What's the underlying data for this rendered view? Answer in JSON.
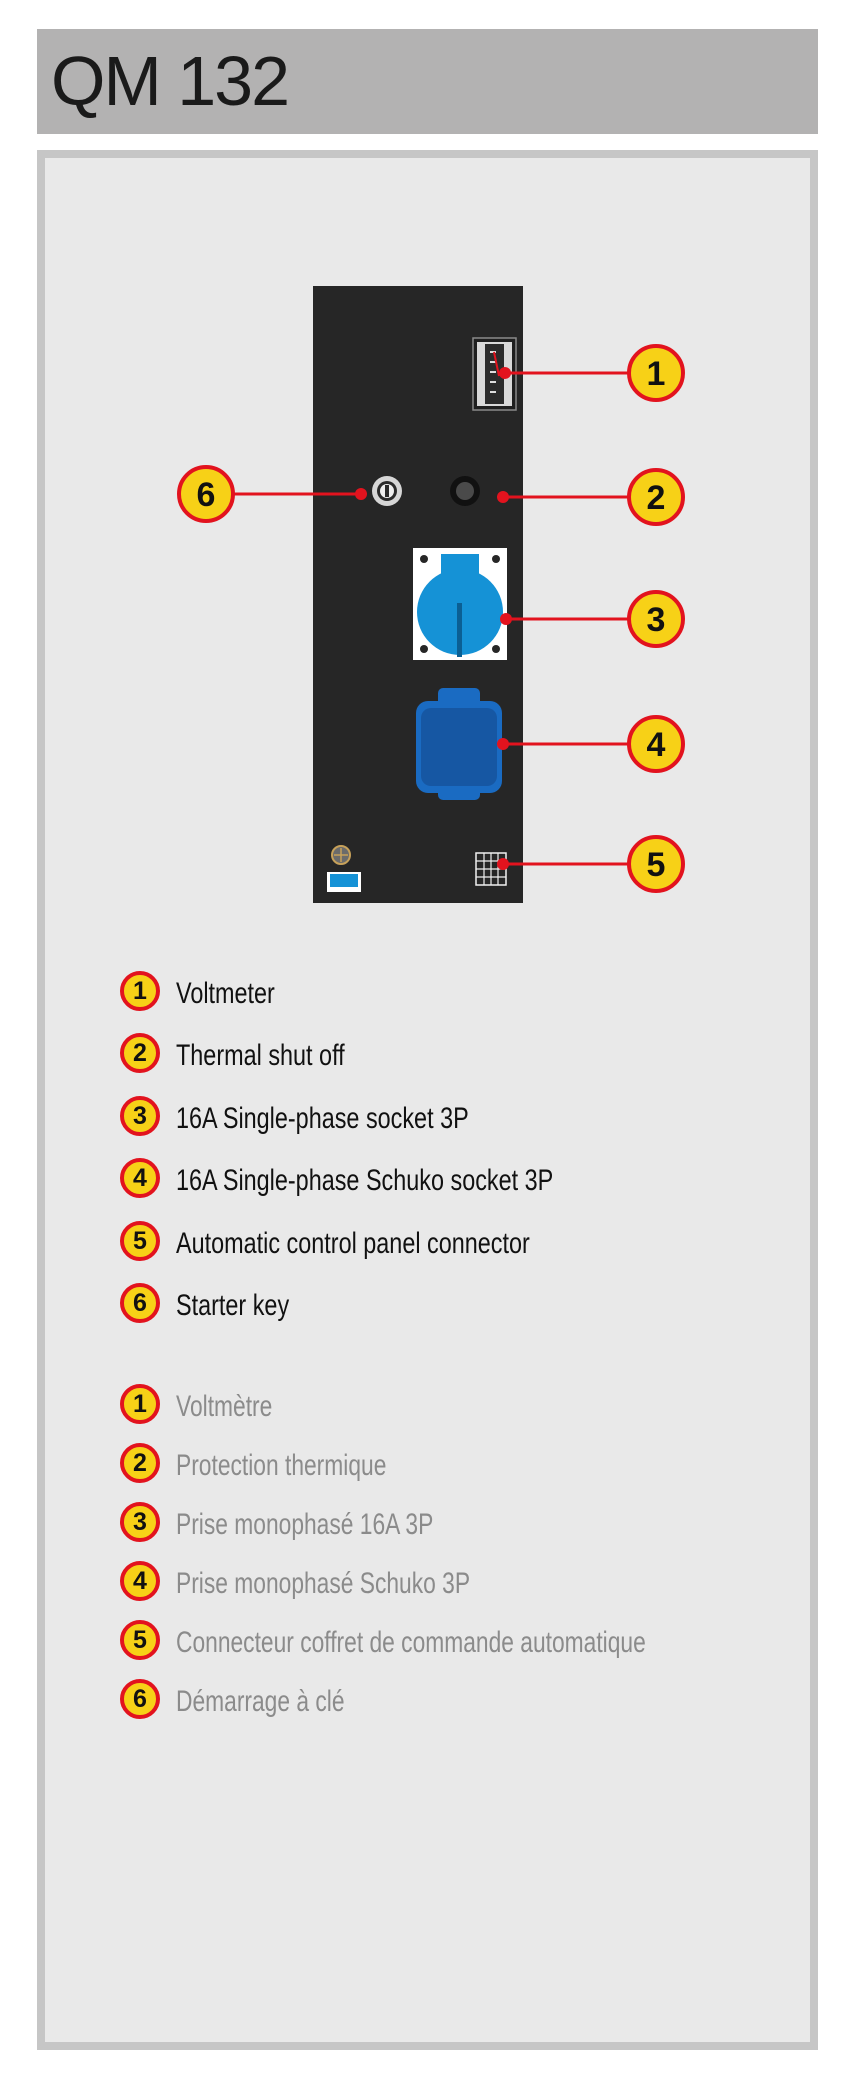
{
  "title": "QM 132",
  "colors": {
    "header_bg": "#b3b2b2",
    "frame": "#c6c6c6",
    "panel_bg": "#e9e9e9",
    "device_panel": "#262626",
    "callout_line": "#e2131e",
    "badge_fill": "#f7d117",
    "socket_blue": "#1592d6",
    "schuko_blue": "#1a6bc2",
    "english_text": "#111111",
    "french_text": "#8b8b8b"
  },
  "callouts": [
    {
      "number": "1",
      "component": "voltmeter"
    },
    {
      "number": "2",
      "component": "thermal-shut-off"
    },
    {
      "number": "3",
      "component": "single-phase-socket"
    },
    {
      "number": "4",
      "component": "schuko-socket"
    },
    {
      "number": "5",
      "component": "control-panel-connector"
    },
    {
      "number": "6",
      "component": "starter-key"
    }
  ],
  "legend_en": [
    {
      "number": "1",
      "label": "Voltmeter"
    },
    {
      "number": "2",
      "label": "Thermal shut off"
    },
    {
      "number": "3",
      "label": "16A Single-phase socket 3P"
    },
    {
      "number": "4",
      "label": "16A Single-phase Schuko socket 3P"
    },
    {
      "number": "5",
      "label": "Automatic control panel connector"
    },
    {
      "number": "6",
      "label": "Starter key"
    }
  ],
  "legend_fr": [
    {
      "number": "1",
      "label": "Voltmètre"
    },
    {
      "number": "2",
      "label": "Protection thermique"
    },
    {
      "number": "3",
      "label": "Prise monophasé 16A 3P"
    },
    {
      "number": "4",
      "label": "Prise monophasé Schuko 3P"
    },
    {
      "number": "5",
      "label": "Connecteur coffret de commande automatique"
    },
    {
      "number": "6",
      "label": "Démarrage à clé"
    }
  ]
}
